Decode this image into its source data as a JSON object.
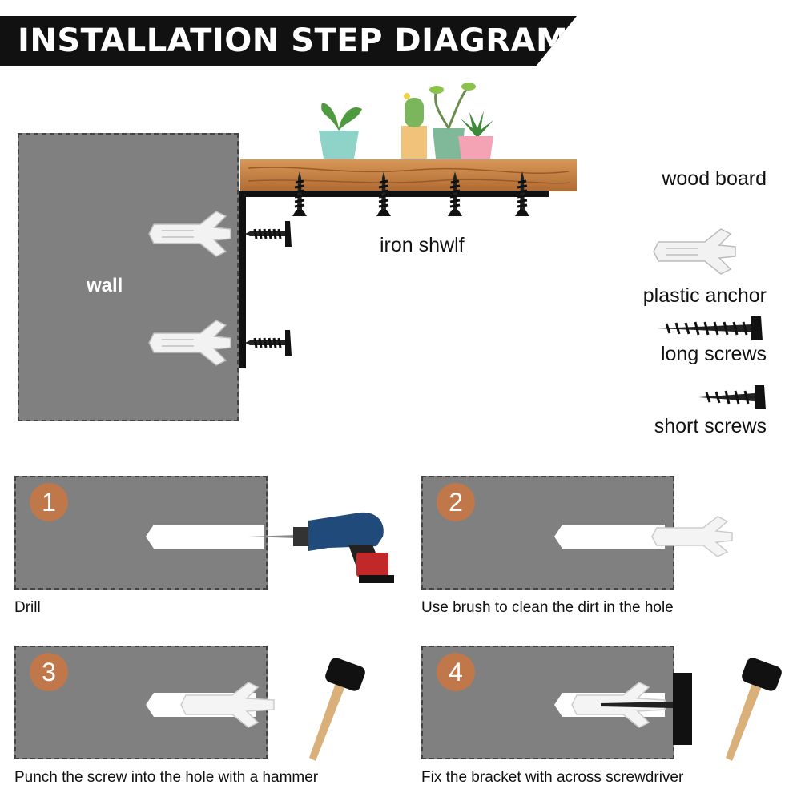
{
  "title": "INSTALLATION STEP DIAGRAM",
  "labels": {
    "wall": "wall",
    "iron_shelf": "iron shwlf",
    "wood_board": "wood board",
    "plastic_anchor": "plastic anchor",
    "long_screws": "long screws",
    "short_screws": "short screws"
  },
  "steps": [
    {
      "number": "1",
      "caption": "Drill"
    },
    {
      "number": "2",
      "caption": "Use brush to clean the dirt in the hole"
    },
    {
      "number": "3",
      "caption": "Punch the screw into the hole with a hammer"
    },
    {
      "number": "4",
      "caption": "Fix the bracket with across screwdriver"
    }
  ],
  "colors": {
    "wall": "#808080",
    "badge": "#c0774a",
    "wood": "#c8864a",
    "banner": "#111111"
  },
  "icons": [
    "drill-icon",
    "hammer-icon",
    "plastic-anchor-icon",
    "screw-icon",
    "plant-pot-icon"
  ]
}
